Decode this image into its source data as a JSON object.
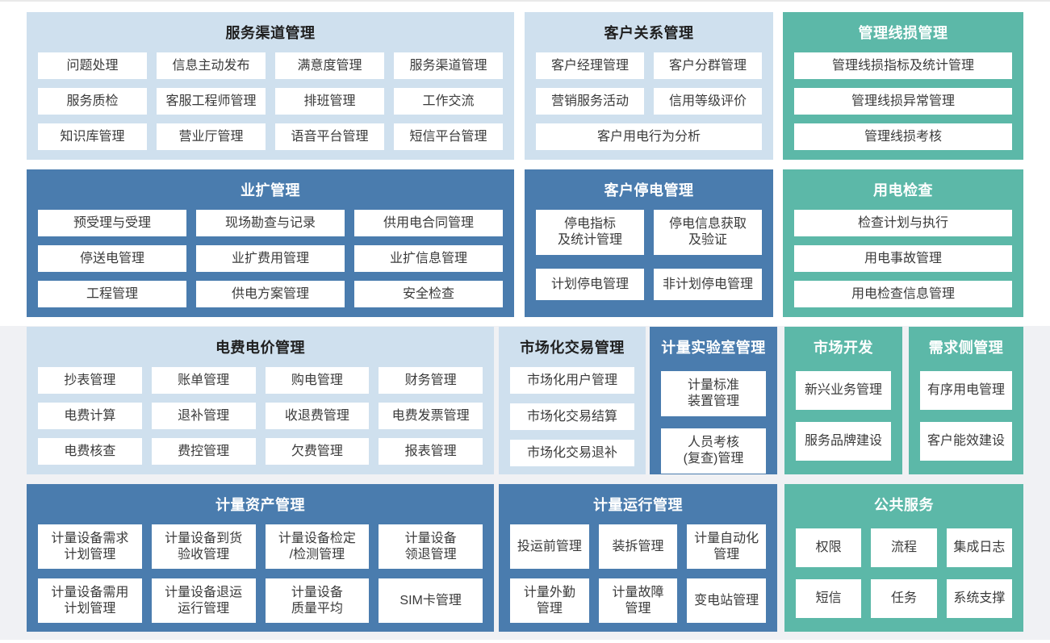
{
  "colors": {
    "light_blue_block": "#cfe0ee",
    "dark_blue_block": "#4a7cae",
    "teal_block": "#5cb8a8",
    "background_band": "#f0f1f4",
    "item_background": "#ffffff",
    "item_text": "#3a3a3a"
  },
  "blocks": {
    "service_channel": {
      "title": "服务渠道管理",
      "items": [
        "问题处理",
        "信息主动发布",
        "满意度管理",
        "服务渠道管理",
        "服务质检",
        "客服工程师管理",
        "排班管理",
        "工作交流",
        "知识库管理",
        "营业厅管理",
        "语音平台管理",
        "短信平台管理"
      ]
    },
    "customer_relations": {
      "title": "客户关系管理",
      "items": [
        "客户经理管理",
        "客户分群管理",
        "营销服务活动",
        "信用等级评价",
        "客户用电行为分析"
      ]
    },
    "line_loss": {
      "title": "管理线损管理",
      "items": [
        "管理线损指标及统计管理",
        "管理线损异常管理",
        "管理线损考核"
      ]
    },
    "business_expansion": {
      "title": "业扩管理",
      "items": [
        "预受理与受理",
        "现场勘查与记录",
        "供用电合同管理",
        "停送电管理",
        "业扩费用管理",
        "业扩信息管理",
        "工程管理",
        "供电方案管理",
        "安全检查"
      ]
    },
    "customer_outage": {
      "title": "客户停电管理",
      "items": [
        "停电指标\n及统计管理",
        "停电信息获取\n及验证",
        "计划停电管理",
        "非计划停电管理"
      ]
    },
    "power_inspection": {
      "title": "用电检查",
      "items": [
        "检查计划与执行",
        "用电事故管理",
        "用电检查信息管理"
      ]
    },
    "tariff": {
      "title": "电费电价管理",
      "items": [
        "抄表管理",
        "账单管理",
        "购电管理",
        "财务管理",
        "电费计算",
        "退补管理",
        "收退费管理",
        "电费发票管理",
        "电费核查",
        "费控管理",
        "欠费管理",
        "报表管理"
      ]
    },
    "market_trading": {
      "title": "市场化交易管理",
      "items": [
        "市场化用户管理",
        "市场化交易结算",
        "市场化交易退补"
      ]
    },
    "metering_lab": {
      "title": "计量实验室管理",
      "items": [
        "计量标准\n装置管理",
        "人员考核\n(复查)管理"
      ]
    },
    "market_development": {
      "title": "市场开发",
      "items": [
        "新兴业务管理",
        "服务品牌建设"
      ]
    },
    "demand_side": {
      "title": "需求侧管理",
      "items": [
        "有序用电管理",
        "客户能效建设"
      ]
    },
    "metering_assets": {
      "title": "计量资产管理",
      "items": [
        "计量设备需求\n计划管理",
        "计量设备到货\n验收管理",
        "计量设备检定\n/检测管理",
        "计量设备\n领退管理",
        "计量设备需用\n计划管理",
        "计量设备退运\n运行管理",
        "计量设备\n质量平均",
        "SIM卡管理"
      ]
    },
    "metering_operation": {
      "title": "计量运行管理",
      "items": [
        "投运前管理",
        "装拆管理",
        "计量自动化\n管理",
        "计量外勤\n管理",
        "计量故障\n管理",
        "变电站管理"
      ]
    },
    "public_services": {
      "title": "公共服务",
      "items": [
        "权限",
        "流程",
        "集成日志",
        "短信",
        "任务",
        "系统支撑"
      ]
    }
  }
}
